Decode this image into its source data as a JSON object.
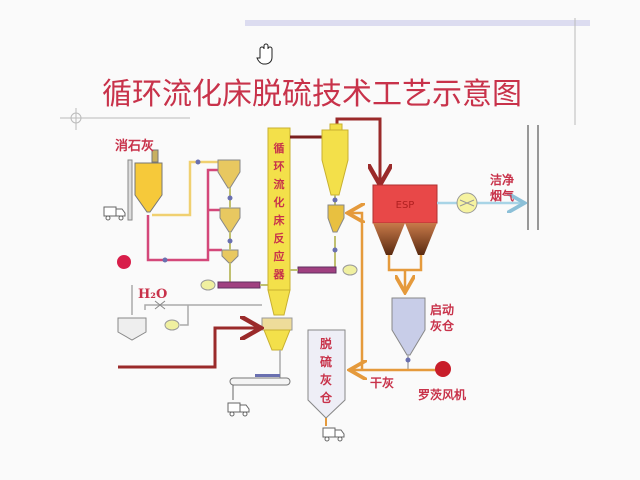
{
  "title": "循环流化床脱硫技术工艺示意图",
  "labels": {
    "lime": "消石灰",
    "water": "H₂O",
    "reactor": [
      "循",
      "环",
      "流",
      "化",
      "床",
      "反",
      "应",
      "器"
    ],
    "esp": "ESP",
    "clean_gas": [
      "洁净",
      "烟气"
    ],
    "startup_silo": [
      "启动",
      "灰仓"
    ],
    "dry_ash": "干灰",
    "roots_blower": "罗茨风机",
    "desulf_silo": [
      "脱",
      "硫",
      "灰",
      "仓"
    ]
  },
  "colors": {
    "title": "#c8324a",
    "flue_gas": "#9a2a2a",
    "lime_line": "#d4487a",
    "yellow_equipment": "#f3e04a",
    "esp": "#e84848",
    "ash_line": "#e59a3c",
    "clean_gas_line": "#a8d4e6"
  }
}
